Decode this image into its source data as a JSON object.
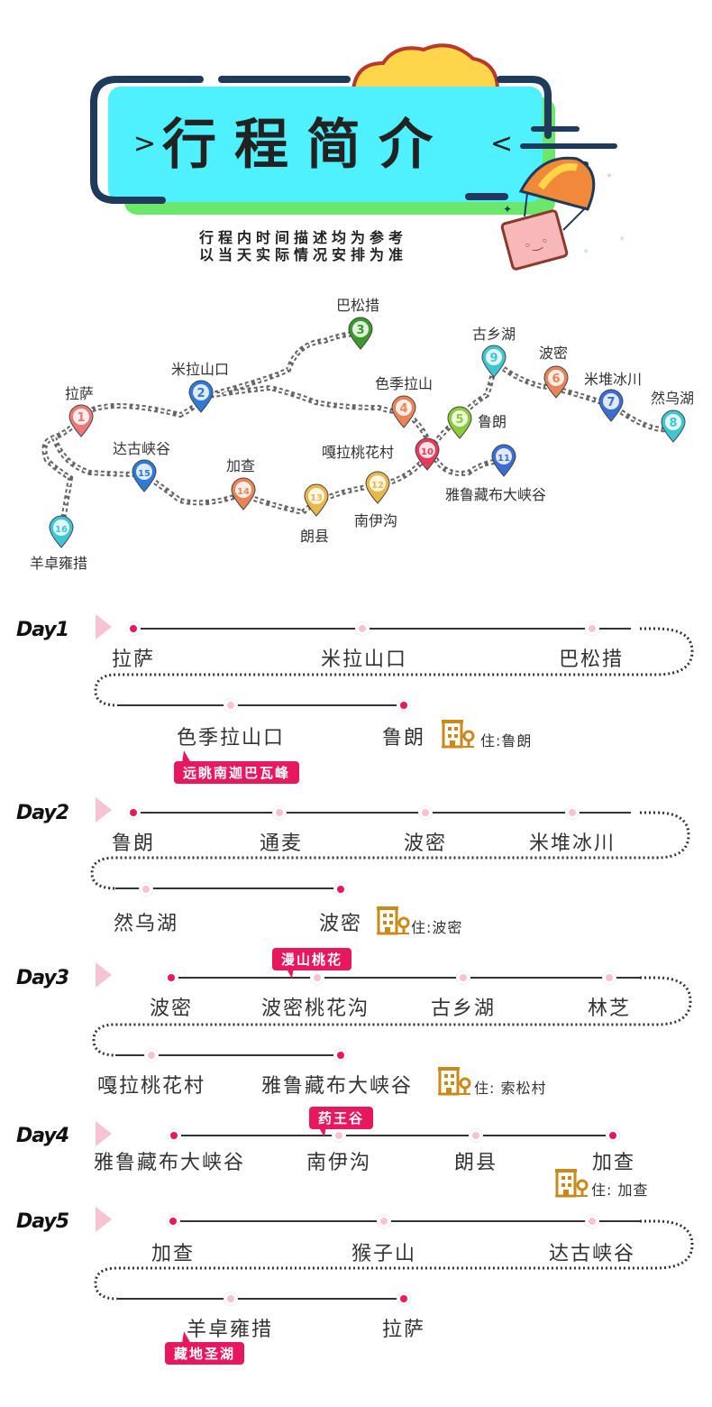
{
  "header": {
    "title": "行程简介",
    "arrow_left": ">",
    "arrow_right": "<",
    "subtitle_line1": "行程内时间描述均为参考",
    "subtitle_line2": "以当天实际情况安排为准"
  },
  "map": {
    "places": [
      {
        "name": "巴松措",
        "num": "3",
        "color": "#3a9a2a"
      },
      {
        "name": "米拉山口",
        "num": "2",
        "color": "#2e7bd6"
      },
      {
        "name": "拉萨",
        "num": "1",
        "color": "#e87a7a"
      },
      {
        "name": "古乡湖",
        "num": "9",
        "color": "#3fc6d4"
      },
      {
        "name": "波密",
        "num": "6",
        "color": "#e8845a"
      },
      {
        "name": "米堆冰川",
        "num": "7",
        "color": "#3a6ed0"
      },
      {
        "name": "然乌湖",
        "num": "8",
        "color": "#3fc6d4"
      },
      {
        "name": "色季拉山",
        "num": "4",
        "color": "#e8845a"
      },
      {
        "name": "鲁朗",
        "num": "5",
        "color": "#8ccc3a"
      },
      {
        "name": "嘎拉桃花村",
        "num": "10",
        "color": "#e83a5a"
      },
      {
        "name": "雅鲁藏布大峡谷",
        "num": "11",
        "color": "#3a6ed0"
      },
      {
        "name": "达古峡谷",
        "num": "15",
        "color": "#2e7bd6"
      },
      {
        "name": "加查",
        "num": "14",
        "color": "#e8845a"
      },
      {
        "name": "朗县",
        "num": "13",
        "color": "#e8b84a"
      },
      {
        "name": "南伊沟",
        "num": "12",
        "color": "#e8b84a"
      },
      {
        "name": "羊卓雍措",
        "num": "16",
        "color": "#3fc6d4"
      }
    ]
  },
  "days": [
    {
      "label": "Day1",
      "row1": [
        "拉萨",
        "米拉山口",
        "巴松措"
      ],
      "row2": [
        "色季拉山口",
        "鲁朗"
      ],
      "stay": "住:鲁朗",
      "badges": [
        "远眺南迦巴瓦峰"
      ]
    },
    {
      "label": "Day2",
      "row1": [
        "鲁朗",
        "通麦",
        "波密",
        "米堆冰川"
      ],
      "row2": [
        "然乌湖",
        "波密"
      ],
      "stay": "住:波密",
      "badges": []
    },
    {
      "label": "Day3",
      "row1": [
        "波密",
        "波密桃花沟",
        "古乡湖",
        "林芝"
      ],
      "row2": [
        "嘎拉桃花村",
        "雅鲁藏布大峡谷"
      ],
      "stay": "住: 索松村",
      "badges": [
        "漫山桃花"
      ]
    },
    {
      "label": "Day4",
      "row1": [
        "雅鲁藏布大峡谷",
        "南伊沟",
        "朗县",
        "加查"
      ],
      "row2": [],
      "stay": "住: 加查",
      "badges": [
        "药王谷"
      ]
    },
    {
      "label": "Day5",
      "row1": [
        "加查",
        "猴子山",
        "达古峡谷"
      ],
      "row2": [
        "羊卓雍措",
        "拉萨"
      ],
      "stay": "",
      "badges": [
        "藏地圣湖"
      ]
    }
  ],
  "colors": {
    "accent_pink": "#e8185f",
    "title_cyan": "#4ff0ff",
    "title_green": "#6be86b",
    "title_border": "#1f3a5a",
    "dot_red": "#e8185f",
    "dot_light": "#f6c3d3"
  }
}
